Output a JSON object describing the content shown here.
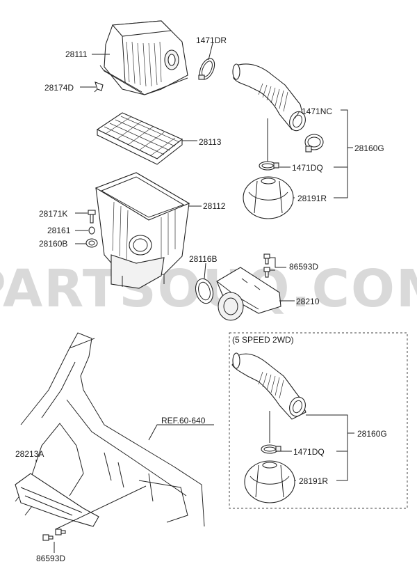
{
  "watermark": "PARTSOUQ.COM",
  "labels": {
    "p28111": "28111",
    "p1471DR": "1471DR",
    "p28174D": "28174D",
    "p1471NC": "1471NC",
    "p28113": "28113",
    "p28160G_top": "28160G",
    "p1471DQ_top": "1471DQ",
    "p28191R_top": "28191R",
    "p28112": "28112",
    "p28171K": "28171K",
    "p28161": "28161",
    "p28160B": "28160B",
    "p28116B": "28116B",
    "p86593D_top": "86593D",
    "p28210": "28210",
    "variant_title": "(5 SPEED 2WD)",
    "ref": "REF.60-640",
    "p28160G_bottom": "28160G",
    "p1471DQ_bottom": "1471DQ",
    "p28191R_bottom": "28191R",
    "p28213A": "28213A",
    "p86593D_bottom": "86593D"
  }
}
